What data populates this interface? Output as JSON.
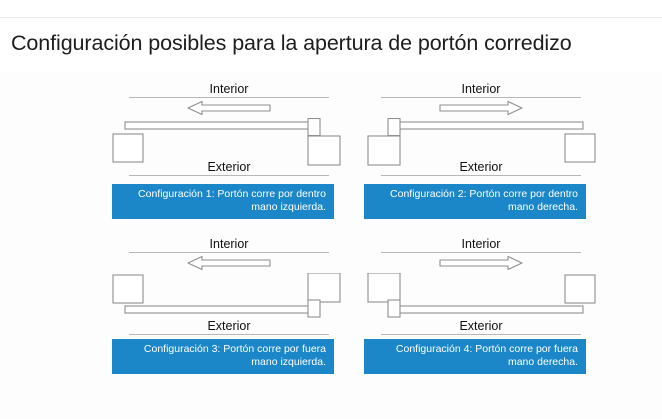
{
  "page": {
    "title": "Configuración posibles para la apertura de portón corredizo",
    "accent_color": "#1b87c9",
    "line_color": "#8f8f8f",
    "rule_color": "#b7b7b7"
  },
  "labels": {
    "interior": "Interior",
    "exterior": "Exterior"
  },
  "panels": [
    {
      "id": "config-1",
      "interior_label": "Interior",
      "exterior_label": "Exterior",
      "arrow_direction": "left",
      "arrow_icon": "arrow-left-outline-icon",
      "gate_side": "interior",
      "post_position": "below",
      "leaf_tab_side": "right",
      "caption_line1": "Configuración 1: Portón corre por dentro",
      "caption_line2": "mano izquierda."
    },
    {
      "id": "config-2",
      "interior_label": "Interior",
      "exterior_label": "Exterior",
      "arrow_direction": "right",
      "arrow_icon": "arrow-right-outline-icon",
      "gate_side": "interior",
      "post_position": "below",
      "leaf_tab_side": "left",
      "caption_line1": "Configuración 2: Portón corre por dentro",
      "caption_line2": "mano derecha."
    },
    {
      "id": "config-3",
      "interior_label": "Interior",
      "exterior_label": "Exterior",
      "arrow_direction": "left",
      "arrow_icon": "arrow-left-outline-icon",
      "gate_side": "exterior",
      "post_position": "above",
      "leaf_tab_side": "right",
      "caption_line1": "Configuración 3: Portón corre por fuera",
      "caption_line2": "mano izquierda."
    },
    {
      "id": "config-4",
      "interior_label": "Interior",
      "exterior_label": "Exterior",
      "arrow_direction": "right",
      "arrow_icon": "arrow-right-outline-icon",
      "gate_side": "exterior",
      "post_position": "above",
      "leaf_tab_side": "left",
      "caption_line1": "Configuración 4: Portón corre por fuera",
      "caption_line2": "mano derecha."
    }
  ]
}
